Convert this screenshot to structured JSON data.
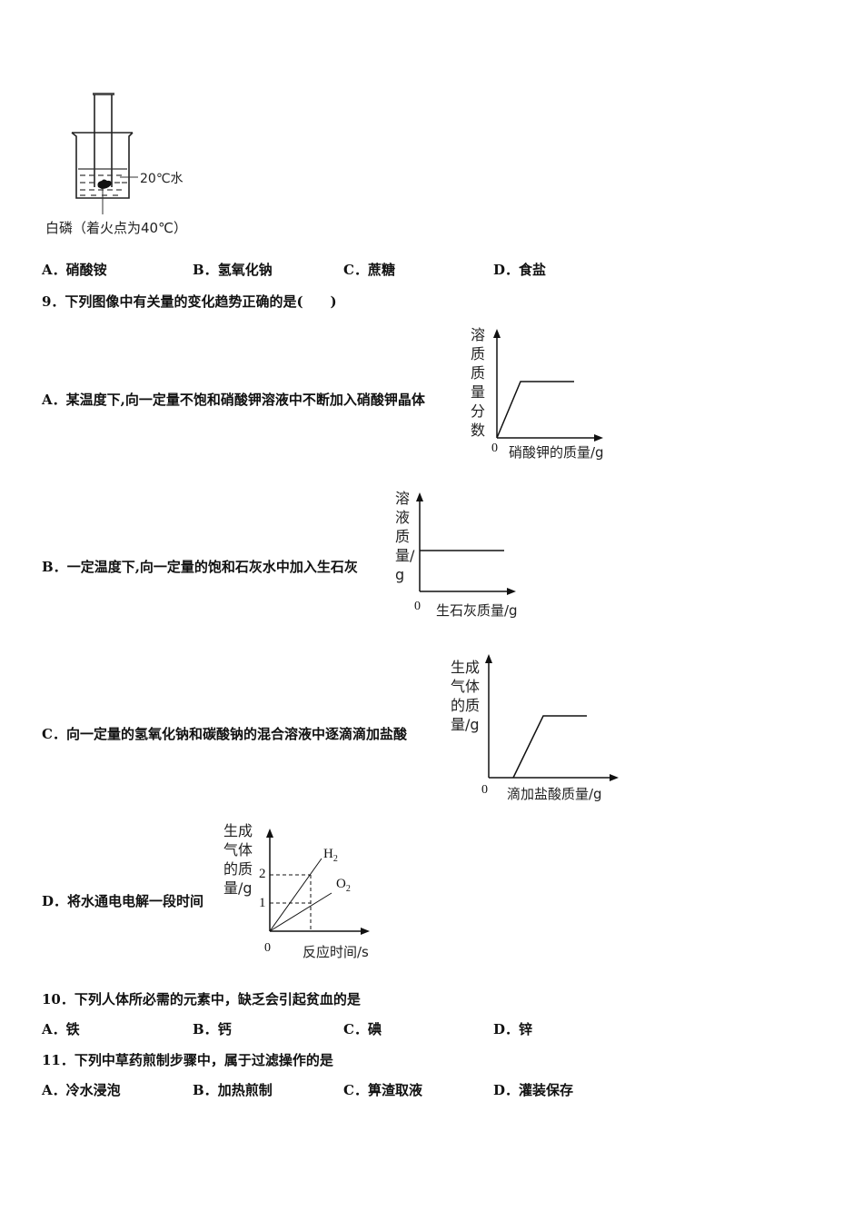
{
  "q8_figure": {
    "water_label": "20℃水",
    "phosphorus_label": "白磷（着火点为40℃）"
  },
  "q8_options": [
    {
      "letter": "A．",
      "text": "硝酸铵"
    },
    {
      "letter": "B．",
      "text": "氢氧化钠"
    },
    {
      "letter": "C．",
      "text": "蔗糖"
    },
    {
      "letter": "D．",
      "text": "食盐"
    }
  ],
  "q9": {
    "stem": "9．下列图像中有关量的变化趋势正确的是(　　)",
    "options": [
      {
        "letter": "A．",
        "text": "某温度下,向一定量不饱和硝酸钾溶液中不断加入硝酸钾晶体"
      },
      {
        "letter": "B．",
        "text": "一定温度下,向一定量的饱和石灰水中加入生石灰"
      },
      {
        "letter": "C．",
        "text": "向一定量的氢氧化钠和碳酸钠的混合溶液中逐滴滴加盐酸"
      },
      {
        "letter": "D．",
        "text": "将水通电电解一段时间"
      }
    ]
  },
  "chart_data": [
    {
      "id": "A",
      "type": "line",
      "ylabel": "溶质质量分数",
      "xlabel": "硝酸钾的质量/g",
      "origin_label": "0",
      "series": [
        {
          "name": "溶质质量分数",
          "x": [
            0,
            1,
            3
          ],
          "y": [
            0,
            1,
            1
          ]
        }
      ],
      "description": "starts at origin, rises linearly, then flat"
    },
    {
      "id": "B",
      "type": "line",
      "ylabel": "溶液质量/g",
      "xlabel": "生石灰质量/g",
      "origin_label": "0",
      "series": [
        {
          "name": "溶液质量",
          "x": [
            0,
            3
          ],
          "y": [
            1,
            1
          ]
        }
      ],
      "description": "horizontal line, constant"
    },
    {
      "id": "C",
      "type": "line",
      "ylabel": "生成气体的质量/g",
      "xlabel": "滴加盐酸质量/g",
      "origin_label": "0",
      "series": [
        {
          "name": "气体质量",
          "x": [
            0,
            0.6,
            1.5,
            2.3
          ],
          "y": [
            0,
            0,
            1,
            1
          ]
        }
      ],
      "description": "zero at first, then rises linearly, then flat"
    },
    {
      "id": "D",
      "type": "line",
      "ylabel": "生成气体的质量/g",
      "xlabel": "反应时间/s",
      "origin_label": "0",
      "yticks": [
        "1",
        "2"
      ],
      "series": [
        {
          "name": "H2",
          "label_main": "H",
          "label_sub": "2",
          "x": [
            0,
            1
          ],
          "y": [
            0,
            2
          ]
        },
        {
          "name": "O2",
          "label_main": "O",
          "label_sub": "2",
          "x": [
            0,
            1
          ],
          "y": [
            0,
            1
          ]
        }
      ],
      "grid": false,
      "description": "two lines from origin; dashed guides at y=1, y=2 and at x of reference time"
    }
  ],
  "q10": {
    "stem": "10．下列人体所必需的元素中，缺乏会引起贫血的是",
    "options": [
      {
        "letter": "A．",
        "text": "铁"
      },
      {
        "letter": "B．",
        "text": "钙"
      },
      {
        "letter": "C．",
        "text": "碘"
      },
      {
        "letter": "D．",
        "text": "锌"
      }
    ]
  },
  "q11": {
    "stem": "11．下列中草药煎制步骤中，属于过滤操作的是",
    "options": [
      {
        "letter": "A．",
        "text": "冷水浸泡"
      },
      {
        "letter": "B．",
        "text": "加热煎制"
      },
      {
        "letter": "C．",
        "text": "箅渣取液"
      },
      {
        "letter": "D．",
        "text": "灌装保存"
      }
    ]
  }
}
